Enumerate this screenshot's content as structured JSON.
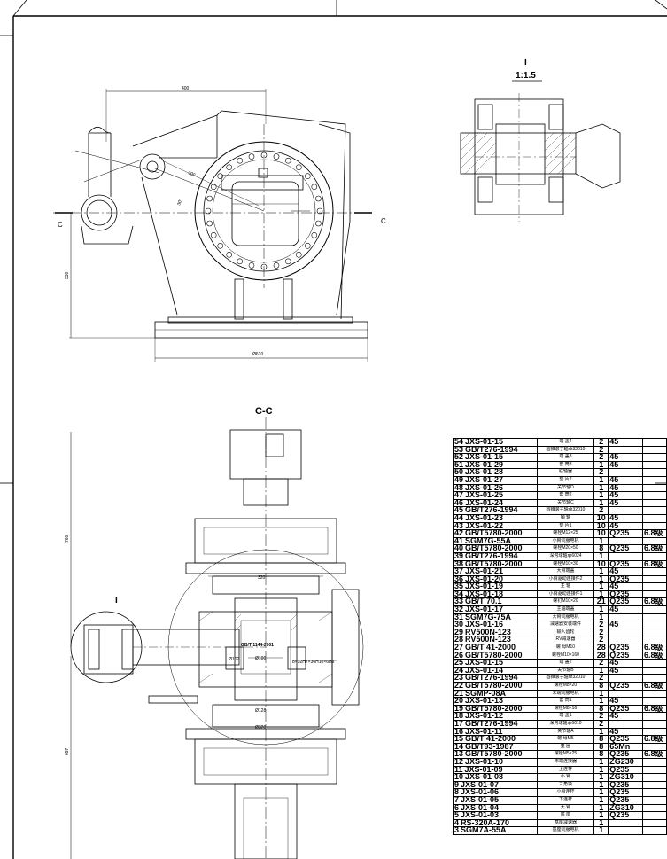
{
  "view_labels": {
    "section_cc": "C-C",
    "detail_i": "I",
    "detail_i_scale": "1:1.5",
    "detail_i_main": "I",
    "cut_c_left": "C",
    "cut_c_right": "C"
  },
  "dimensions": {
    "top_400": "400",
    "top_300": "300",
    "angle_30": "30°",
    "height_330": "330",
    "base_610": "Ø610",
    "height_760": "760",
    "height_697": "697"
  },
  "section_annotations": {
    "dim_320_top": "320",
    "gbt_label": "GB/T 1144-2001",
    "spline_label": "8×32H7×36H10×6H9",
    "dia_100": "Ø100",
    "dia_102": "Ø102",
    "dia_128": "Ø128",
    "dim_320_bottom": "Ø320"
  },
  "parts_table": [
    {
      "no": "54",
      "code": "JXS-01-15",
      "name": "端 盖4",
      "qty": "2",
      "mat": "45",
      "note": ""
    },
    {
      "no": "53",
      "code": "GB/T276-1994",
      "name": "圆锥滚子轴承32010",
      "qty": "2",
      "mat": "",
      "note": ""
    },
    {
      "no": "52",
      "code": "JXS-01-15",
      "name": "端 盖3",
      "qty": "2",
      "mat": "45",
      "note": ""
    },
    {
      "no": "51",
      "code": "JXS-01-29",
      "name": "套 筒3",
      "qty": "1",
      "mat": "45",
      "note": ""
    },
    {
      "no": "50",
      "code": "JXS-01-28",
      "name": "联轴器",
      "qty": "2",
      "mat": "",
      "note": ""
    },
    {
      "no": "49",
      "code": "JXS-01-27",
      "name": "垫 片2",
      "qty": "1",
      "mat": "45",
      "note": ""
    },
    {
      "no": "48",
      "code": "JXS-01-26",
      "name": "关节轴D",
      "qty": "1",
      "mat": "45",
      "note": ""
    },
    {
      "no": "47",
      "code": "JXS-01-25",
      "name": "套 筒2",
      "qty": "1",
      "mat": "45",
      "note": ""
    },
    {
      "no": "46",
      "code": "JXS-01-24",
      "name": "关节轴C",
      "qty": "1",
      "mat": "45",
      "note": ""
    },
    {
      "no": "45",
      "code": "GB/T276-1994",
      "name": "圆锥滚子轴承32010",
      "qty": "2",
      "mat": "",
      "note": ""
    },
    {
      "no": "44",
      "code": "JXS-01-23",
      "name": "销 轴",
      "qty": "10",
      "mat": "45",
      "note": ""
    },
    {
      "no": "43",
      "code": "JXS-01-22",
      "name": "垫 片1",
      "qty": "10",
      "mat": "45",
      "note": ""
    },
    {
      "no": "42",
      "code": "GB/T5780-2000",
      "name": "螺栓M12×25",
      "qty": "10",
      "mat": "Q235",
      "note": "6.8级"
    },
    {
      "no": "41",
      "code": "SGM7G-55A",
      "name": "小臂伺服电机",
      "qty": "1",
      "mat": "",
      "note": ""
    },
    {
      "no": "40",
      "code": "GB/T5780-2000",
      "name": "螺栓M20×50",
      "qty": "8",
      "mat": "Q235",
      "note": "6.8级"
    },
    {
      "no": "39",
      "code": "GB/T276-1994",
      "name": "深沟球轴承6024",
      "qty": "1",
      "mat": "",
      "note": ""
    },
    {
      "no": "38",
      "code": "GB/T5780-2000",
      "name": "螺栓M10×30",
      "qty": "10",
      "mat": "Q235",
      "note": "6.8级"
    },
    {
      "no": "37",
      "code": "JXS-01-21",
      "name": "大臂端盖",
      "qty": "1",
      "mat": "45",
      "note": ""
    },
    {
      "no": "36",
      "code": "JXS-01-20",
      "name": "小臂驱动连接件2",
      "qty": "1",
      "mat": "Q235",
      "note": ""
    },
    {
      "no": "35",
      "code": "JXS-01-19",
      "name": "主 轴",
      "qty": "1",
      "mat": "45",
      "note": ""
    },
    {
      "no": "34",
      "code": "JXS-01-18",
      "name": "小臂驱动连接件1",
      "qty": "1",
      "mat": "Q235",
      "note": ""
    },
    {
      "no": "33",
      "code": "GB/T 70.1",
      "name": "螺钉M10×20",
      "qty": "21",
      "mat": "Q235",
      "note": "6.8级"
    },
    {
      "no": "32",
      "code": "JXS-01-17",
      "name": "主轴端盖",
      "qty": "1",
      "mat": "45",
      "note": ""
    },
    {
      "no": "31",
      "code": "SGM7G-75A",
      "name": "大臂伺服电机",
      "qty": "1",
      "mat": "",
      "note": ""
    },
    {
      "no": "30",
      "code": "JXS-01-16",
      "name": "减速器安装端件",
      "qty": "2",
      "mat": "45",
      "note": ""
    },
    {
      "no": "29",
      "code": "RV500N-123",
      "name": "输入齿轮",
      "qty": "2",
      "mat": "",
      "note": ""
    },
    {
      "no": "28",
      "code": "RV500N-123",
      "name": "RV减速器",
      "qty": "2",
      "mat": "",
      "note": ""
    },
    {
      "no": "27",
      "code": "GB/T 41-2000",
      "name": "螺 母M10",
      "qty": "28",
      "mat": "Q235",
      "note": "6.8级"
    },
    {
      "no": "26",
      "code": "GB/T5780-2000",
      "name": "螺栓M10×160",
      "qty": "28",
      "mat": "Q235",
      "note": "6.8级"
    },
    {
      "no": "25",
      "code": "JXS-01-15",
      "name": "端 盖2",
      "qty": "2",
      "mat": "45",
      "note": ""
    },
    {
      "no": "24",
      "code": "JXS-01-14",
      "name": "关节轴B",
      "qty": "1",
      "mat": "45",
      "note": ""
    },
    {
      "no": "23",
      "code": "GB/T276-1994",
      "name": "圆锥滚子轴承32010",
      "qty": "2",
      "mat": "",
      "note": ""
    },
    {
      "no": "22",
      "code": "GB/T5780-2000",
      "name": "螺栓M8×20",
      "qty": "8",
      "mat": "Q235",
      "note": "6.8级"
    },
    {
      "no": "21",
      "code": "SGMP-08A",
      "name": "末端伺服电机",
      "qty": "1",
      "mat": "",
      "note": ""
    },
    {
      "no": "20",
      "code": "JXS-01-13",
      "name": "套 筒1",
      "qty": "1",
      "mat": "45",
      "note": ""
    },
    {
      "no": "19",
      "code": "GB/T5780-2000",
      "name": "螺栓M8×16",
      "qty": "8",
      "mat": "Q235",
      "note": "6.8级"
    },
    {
      "no": "18",
      "code": "JXS-01-12",
      "name": "端 盖1",
      "qty": "2",
      "mat": "45",
      "note": ""
    },
    {
      "no": "17",
      "code": "GB/T276-1994",
      "name": "深沟球轴承6010",
      "qty": "2",
      "mat": "",
      "note": ""
    },
    {
      "no": "16",
      "code": "JXS-01-11",
      "name": "关节轴A",
      "qty": "1",
      "mat": "45",
      "note": ""
    },
    {
      "no": "15",
      "code": "GB/T 41-2000",
      "name": "螺 母M5",
      "qty": "8",
      "mat": "Q235",
      "note": "6.8级"
    },
    {
      "no": "14",
      "code": "GB/T93-1987",
      "name": "垫 圈",
      "qty": "8",
      "mat": "65Mn",
      "note": ""
    },
    {
      "no": "13",
      "code": "GB/T5780-2000",
      "name": "螺栓M5×25",
      "qty": "8",
      "mat": "Q235",
      "note": "6.8级"
    },
    {
      "no": "12",
      "code": "JXS-01-10",
      "name": "末端连接器",
      "qty": "1",
      "mat": "ZG230",
      "note": ""
    },
    {
      "no": "11",
      "code": "JXS-01-09",
      "name": "上连杆",
      "qty": "1",
      "mat": "Q235",
      "note": ""
    },
    {
      "no": "10",
      "code": "JXS-01-08",
      "name": "小 臂",
      "qty": "1",
      "mat": "ZG310",
      "note": ""
    },
    {
      "no": "9",
      "code": "JXS-01-07",
      "name": "三角块",
      "qty": "1",
      "mat": "Q235",
      "note": ""
    },
    {
      "no": "8",
      "code": "JXS-01-06",
      "name": "小臂连杆",
      "qty": "1",
      "mat": "Q235",
      "note": ""
    },
    {
      "no": "7",
      "code": "JXS-01-05",
      "name": "下连杆",
      "qty": "1",
      "mat": "Q235",
      "note": ""
    },
    {
      "no": "6",
      "code": "JXS-01-04",
      "name": "大 臂",
      "qty": "1",
      "mat": "ZG310",
      "note": ""
    },
    {
      "no": "5",
      "code": "JXS-01-03",
      "name": "底 座",
      "qty": "1",
      "mat": "Q235",
      "note": ""
    },
    {
      "no": "4",
      "code": "RS-320A-170",
      "name": "基座减速器",
      "qty": "1",
      "mat": "",
      "note": ""
    },
    {
      "no": "3",
      "code": "SGM7A-55A",
      "name": "基座伺服电机",
      "qty": "1",
      "mat": "",
      "note": ""
    }
  ]
}
